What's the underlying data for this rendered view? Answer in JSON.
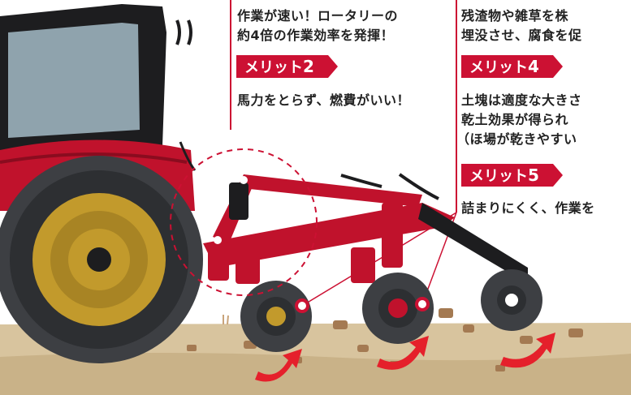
{
  "colors": {
    "accent": "#cc1133",
    "tractor_body": "#c0122c",
    "window": "#8fa3ad",
    "tire": "#3d3f43",
    "hub": "#c29a2c",
    "soil": "#d8c49e",
    "arrow": "#e5202b"
  },
  "col1": {
    "line1": "作業が速い！ロータリーの",
    "line2": "約4倍の作業効率を発揮！",
    "tag2": {
      "prefix": "メリット",
      "num": "2"
    },
    "text2": "馬力をとらず、燃費がいい！"
  },
  "col2": {
    "line1": "残渣物や雑草を株",
    "line2": "埋没させ、腐食を促",
    "tag4": {
      "prefix": "メリット",
      "num": "4"
    },
    "text4_1": "土塊は適度な大きさ",
    "text4_2": "乾土効果が得られ",
    "text4_3": "（ほ場が乾きやすい",
    "tag5": {
      "prefix": "メリット",
      "num": "5"
    },
    "text5": "詰まりにくく、作業を"
  },
  "icons": [
    "tractor",
    "plow-implement",
    "disc-wheel",
    "red-arrow"
  ]
}
